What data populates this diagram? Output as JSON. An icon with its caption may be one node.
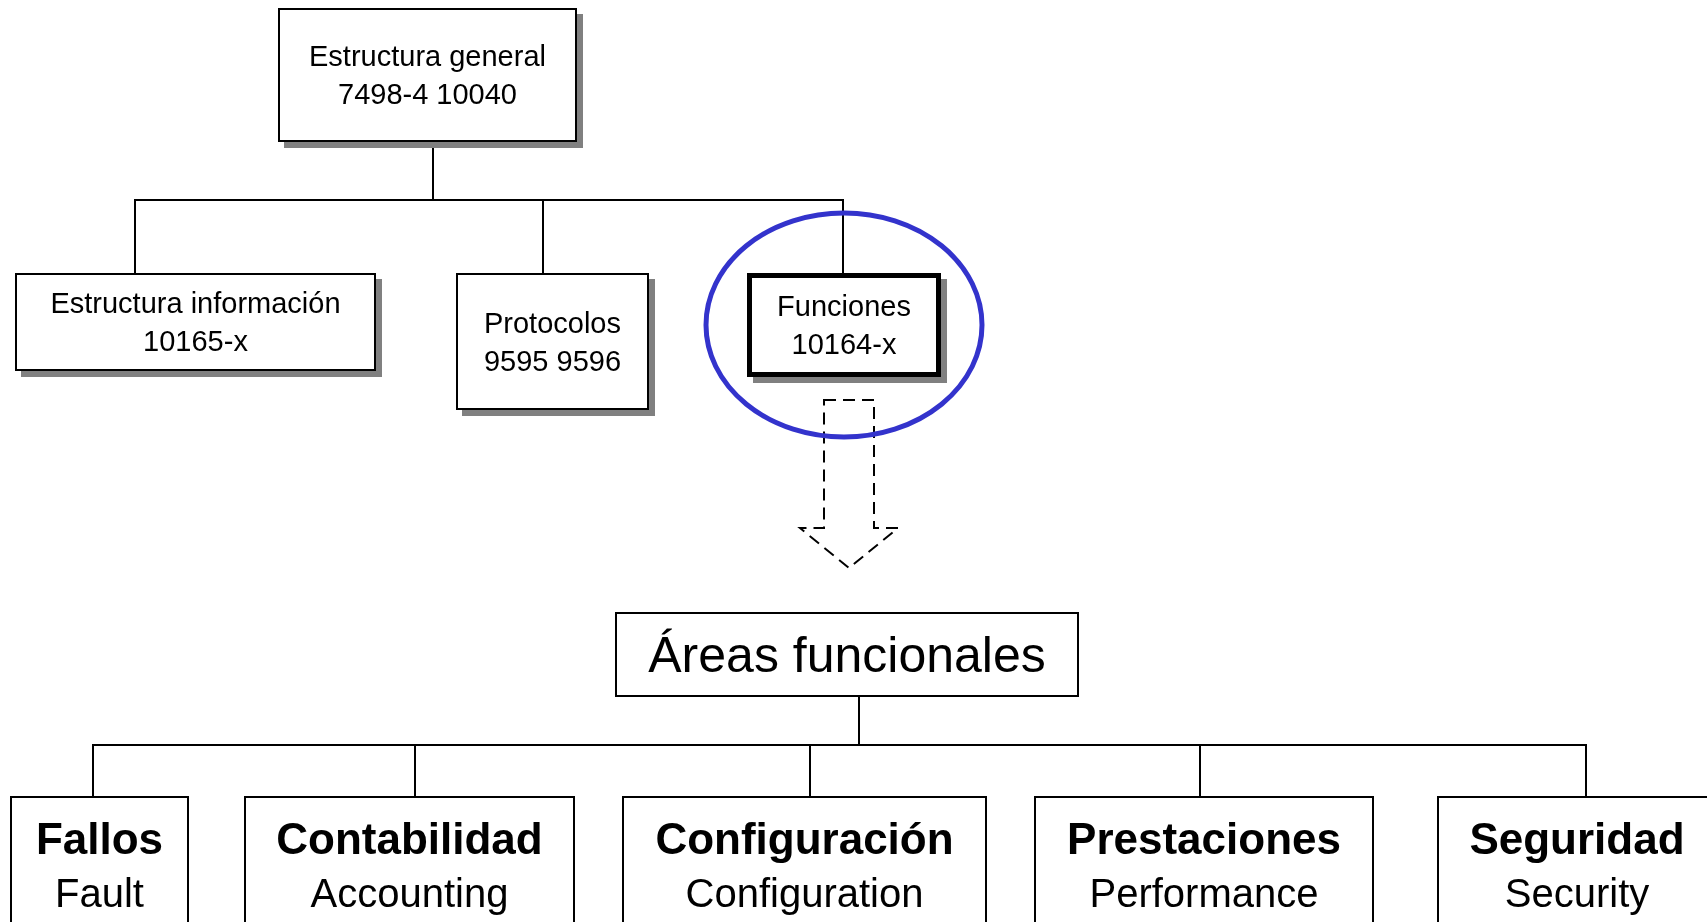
{
  "diagram": {
    "nodes": [
      {
        "text": [
          "Estructura general 7498-4 10040"
        ]
      },
      {
        "text": [
          "Estructura información 10165-x"
        ]
      },
      {
        "text": [
          "Protocolos 9595 9596"
        ]
      },
      {
        "text": [],
        "shape": "ellipse"
      },
      {
        "text": [
          "Funciones 10164-x"
        ],
        "in": 3
      },
      {
        "text": [
          "Áreas funcionales"
        ]
      },
      {
        "text": [
          "Fallos",
          "Fault"
        ]
      },
      {
        "text": [
          "Contabilidad",
          "Accounting"
        ]
      },
      {
        "text": [
          "Configuración",
          "Configuration"
        ]
      },
      {
        "text": [
          "Prestaciones",
          "Performance"
        ]
      },
      {
        "text": [
          "Seguridad",
          "Security"
        ]
      }
    ],
    "edges": [
      {
        "from": 0,
        "to": 1,
        "arrow": "none"
      },
      {
        "from": 0,
        "to": 2,
        "arrow": "none"
      },
      {
        "from": 0,
        "to": 4,
        "arrow": "none"
      },
      {
        "from": 4,
        "to": 5,
        "arrow": "to",
        "style": "dashed"
      },
      {
        "from": 5,
        "to": 6,
        "arrow": "none"
      },
      {
        "from": 5,
        "to": 7,
        "arrow": "none"
      },
      {
        "from": 5,
        "to": 8,
        "arrow": "none"
      },
      {
        "from": 5,
        "to": 9,
        "arrow": "none"
      },
      {
        "from": 5,
        "to": 10,
        "arrow": "none"
      }
    ]
  }
}
